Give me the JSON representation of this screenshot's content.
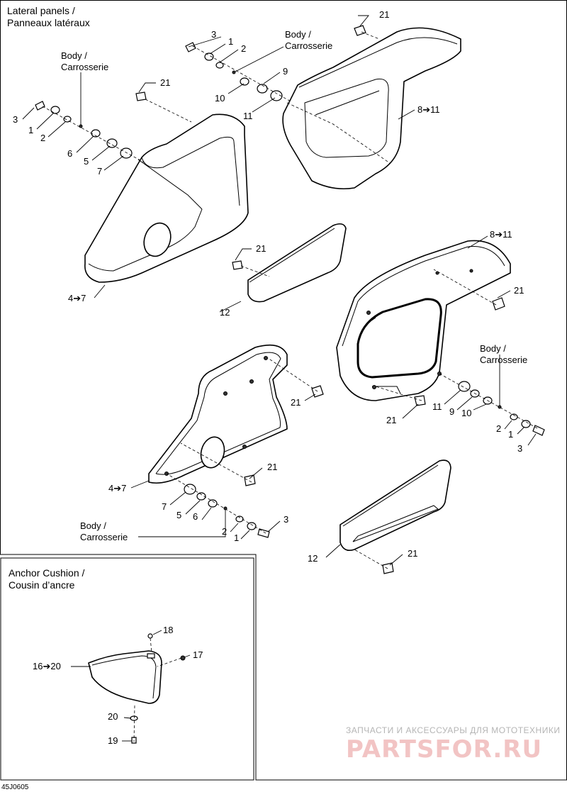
{
  "sections": {
    "lateral": {
      "title_line1": "Lateral panels /",
      "title_line2": "Panneaux latéraux"
    },
    "anchor": {
      "title_line1": "Anchor Cushion /",
      "title_line2": "Cousin d’ancre"
    }
  },
  "body_label": {
    "line1": "Body /",
    "line2": "Carrosserie"
  },
  "callouts": {
    "n1": "1",
    "n2": "2",
    "n3": "3",
    "n4_7": "4➔7",
    "n5": "5",
    "n6": "6",
    "n7": "7",
    "n8_11": "8➔11",
    "n9": "9",
    "n10": "10",
    "n11": "11",
    "n12": "12",
    "n16_20": "16➔20",
    "n17": "17",
    "n18": "18",
    "n19": "19",
    "n20": "20",
    "n21": "21"
  },
  "diagram_code": "45J0605",
  "watermark": {
    "line1": "ЗАПЧАСТИ И АКСЕССУАРЫ ДЛЯ МОТОТЕХНИКИ",
    "logo": "PARTSFOR.RU"
  },
  "colors": {
    "line": "#000000",
    "watermark_text": "#b5b5b5",
    "watermark_logo": "#f2c4c4"
  }
}
